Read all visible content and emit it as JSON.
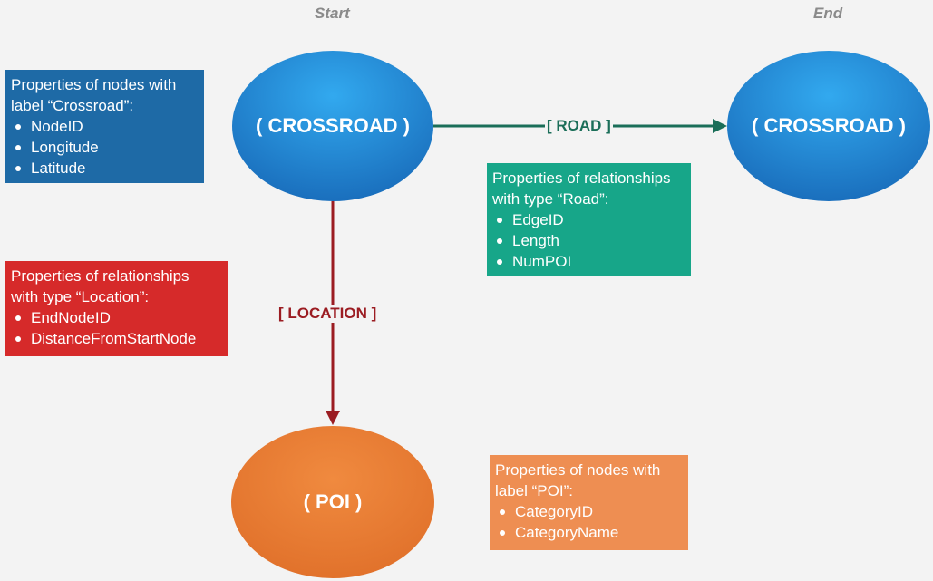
{
  "headers": {
    "start": "Start",
    "end": "End"
  },
  "nodes": {
    "crossroad_start": "( CROSSROAD )",
    "crossroad_end": "( CROSSROAD )",
    "poi": "( POI )"
  },
  "edges": {
    "road": "[ ROAD ]",
    "location": "[ LOCATION ]"
  },
  "boxes": {
    "crossroad_props": {
      "title": "Properties of nodes with\nlabel “Crossroad”:",
      "items": [
        "NodeID",
        "Longitude",
        "Latitude"
      ]
    },
    "location_props": {
      "title": "Properties of relationships\nwith type “Location”:",
      "items": [
        "EndNodeID",
        "DistanceFromStartNode"
      ]
    },
    "road_props": {
      "title": "Properties of relationships\nwith type “Road”:",
      "items": [
        "EdgeID",
        "Length",
        "NumPOI"
      ]
    },
    "poi_props": {
      "title": "Properties of nodes with\nlabel “POI”:",
      "items": [
        "CategoryID",
        "CategoryName"
      ]
    }
  },
  "colors": {
    "crossroad_node": "#1f86d6",
    "poi_node": "#e87b35",
    "road_arrow": "#1a6e58",
    "location_arrow": "#9b1c22",
    "crossroad_box": "#1e6aa6",
    "location_box": "#d62a2a",
    "road_box": "#17a689",
    "poi_box": "#ee8e52"
  }
}
